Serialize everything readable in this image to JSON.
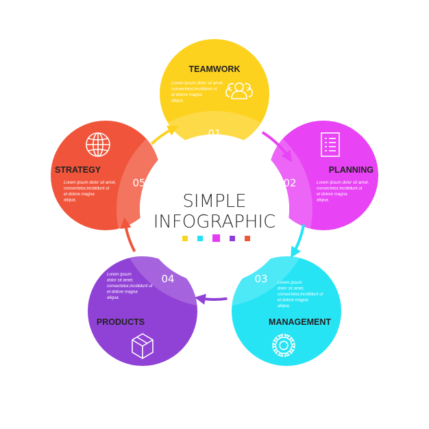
{
  "title": {
    "line1": "SIMPLE",
    "line2": "INFOGRAPHIC"
  },
  "legend_colors": [
    "#f6d523",
    "#25e2f4",
    "#e33cf2",
    "#8e3ed9",
    "#f0583a"
  ],
  "steps": [
    {
      "number": "01",
      "label": "TEAMWORK",
      "body": [
        "Lorem ipsum dolor sit amet,",
        "consectetur,incididunt ut",
        "et dolore magna",
        "aliqua."
      ],
      "color": "#fdd21f",
      "icon": "people-icon"
    },
    {
      "number": "02",
      "label": "PLANNING",
      "body": [
        "Lorem ipsum dolor sit amet,",
        "consectetur,incididunt ut",
        "et dolore magna",
        "aliqua."
      ],
      "color": "#e843f5",
      "icon": "document-list-icon"
    },
    {
      "number": "03",
      "label": "MANAGEMENT",
      "body": [
        "Lorem ipsum",
        "dolor sit amet,",
        "consectetur,incididunt ut",
        "et dolore magna",
        "aliqua."
      ],
      "color": "#27e4f5",
      "icon": "gear-icon"
    },
    {
      "number": "04",
      "label": "PRODUCTS",
      "body": [
        "Lorem ipsum",
        "dolor sit amet,",
        "consectetur,incididunt ut",
        "et dolore magna",
        "aliqua."
      ],
      "color": "#9142d6",
      "icon": "cube-icon"
    },
    {
      "number": "05",
      "label": "STRATEGY",
      "body": [
        "Lorem ipsum dolor sit amet,",
        "consectetur,incididunt ut",
        "et dolore magna",
        "aliqua."
      ],
      "color": "#f0553c",
      "icon": "globe-icon"
    }
  ]
}
